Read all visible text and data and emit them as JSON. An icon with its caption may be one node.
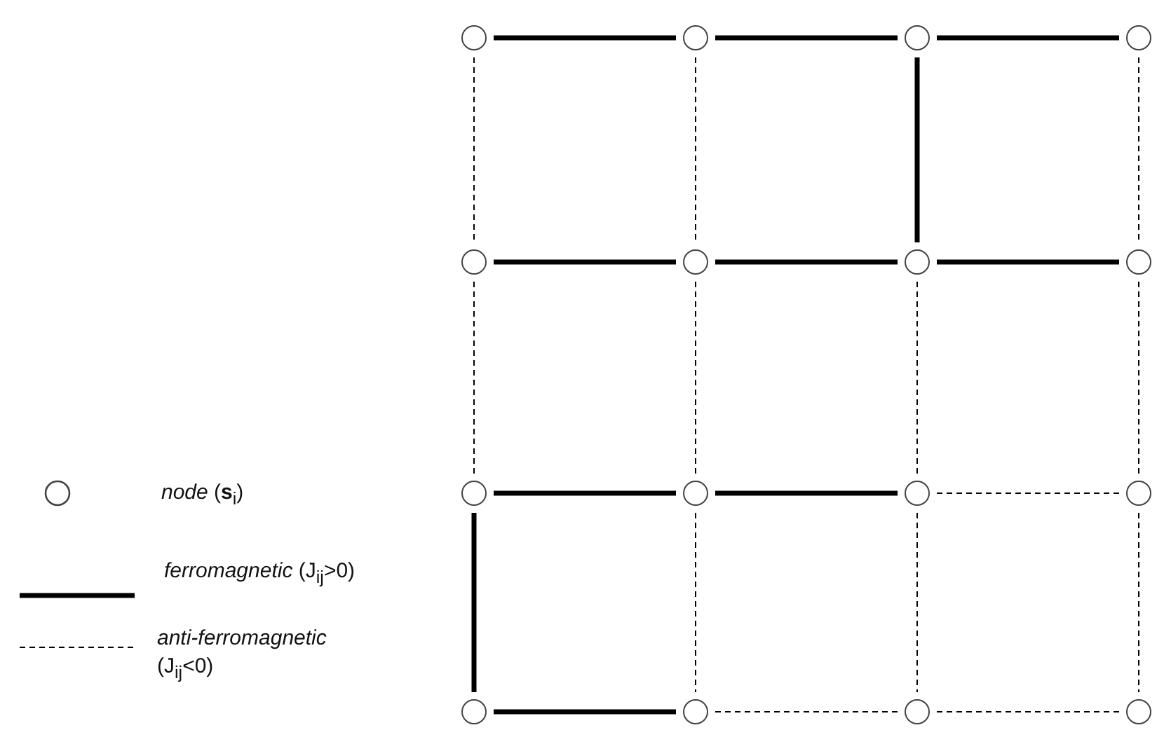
{
  "diagram": {
    "nodes": [
      {
        "text": [],
        "shape": "circle"
      },
      {
        "text": [],
        "shape": "circle"
      },
      {
        "text": [],
        "shape": "circle"
      },
      {
        "text": [],
        "shape": "circle"
      },
      {
        "text": [],
        "shape": "circle"
      },
      {
        "text": [],
        "shape": "circle"
      },
      {
        "text": [],
        "shape": "circle"
      },
      {
        "text": [],
        "shape": "circle"
      },
      {
        "text": [],
        "shape": "circle"
      },
      {
        "text": [],
        "shape": "circle"
      },
      {
        "text": [],
        "shape": "circle"
      },
      {
        "text": [],
        "shape": "circle"
      },
      {
        "text": [],
        "shape": "circle"
      },
      {
        "text": [],
        "shape": "circle"
      },
      {
        "text": [],
        "shape": "circle"
      },
      {
        "text": [],
        "shape": "circle"
      }
    ],
    "edges": [
      {
        "from": 0,
        "to": 1,
        "arrow": "none",
        "style": "thick"
      },
      {
        "from": 1,
        "to": 2,
        "arrow": "none",
        "style": "thick"
      },
      {
        "from": 2,
        "to": 3,
        "arrow": "none",
        "style": "thick"
      },
      {
        "from": 0,
        "to": 4,
        "arrow": "none",
        "style": "dashed"
      },
      {
        "from": 1,
        "to": 5,
        "arrow": "none",
        "style": "dashed"
      },
      {
        "from": 2,
        "to": 6,
        "arrow": "none",
        "style": "thick"
      },
      {
        "from": 3,
        "to": 7,
        "arrow": "none",
        "style": "dashed"
      },
      {
        "from": 4,
        "to": 5,
        "arrow": "none",
        "style": "thick"
      },
      {
        "from": 5,
        "to": 6,
        "arrow": "none",
        "style": "thick"
      },
      {
        "from": 6,
        "to": 7,
        "arrow": "none",
        "style": "thick"
      },
      {
        "from": 4,
        "to": 8,
        "arrow": "none",
        "style": "dashed"
      },
      {
        "from": 5,
        "to": 9,
        "arrow": "none",
        "style": "dashed"
      },
      {
        "from": 6,
        "to": 10,
        "arrow": "none",
        "style": "dashed"
      },
      {
        "from": 7,
        "to": 11,
        "arrow": "none",
        "style": "dashed"
      },
      {
        "from": 8,
        "to": 9,
        "arrow": "none",
        "style": "thick"
      },
      {
        "from": 9,
        "to": 10,
        "arrow": "none",
        "style": "thick"
      },
      {
        "from": 10,
        "to": 11,
        "arrow": "none",
        "style": "dashed"
      },
      {
        "from": 8,
        "to": 12,
        "arrow": "none",
        "style": "thick"
      },
      {
        "from": 9,
        "to": 13,
        "arrow": "none",
        "style": "dashed"
      },
      {
        "from": 10,
        "to": 14,
        "arrow": "none",
        "style": "dashed"
      },
      {
        "from": 11,
        "to": 15,
        "arrow": "none",
        "style": "dashed"
      },
      {
        "from": 12,
        "to": 13,
        "arrow": "none",
        "style": "thick"
      },
      {
        "from": 13,
        "to": 14,
        "arrow": "none",
        "style": "dashed"
      },
      {
        "from": 14,
        "to": 15,
        "arrow": "none",
        "style": "dashed"
      }
    ],
    "legend": [
      {
        "text": "*node* (**s**$_{i}$)"
      },
      {
        "text": "*ferromagnetic* (J$_{ij}$>0)"
      },
      {
        "text": "*anti-ferromagnetic* (J$_{ij}$<0)"
      }
    ]
  }
}
